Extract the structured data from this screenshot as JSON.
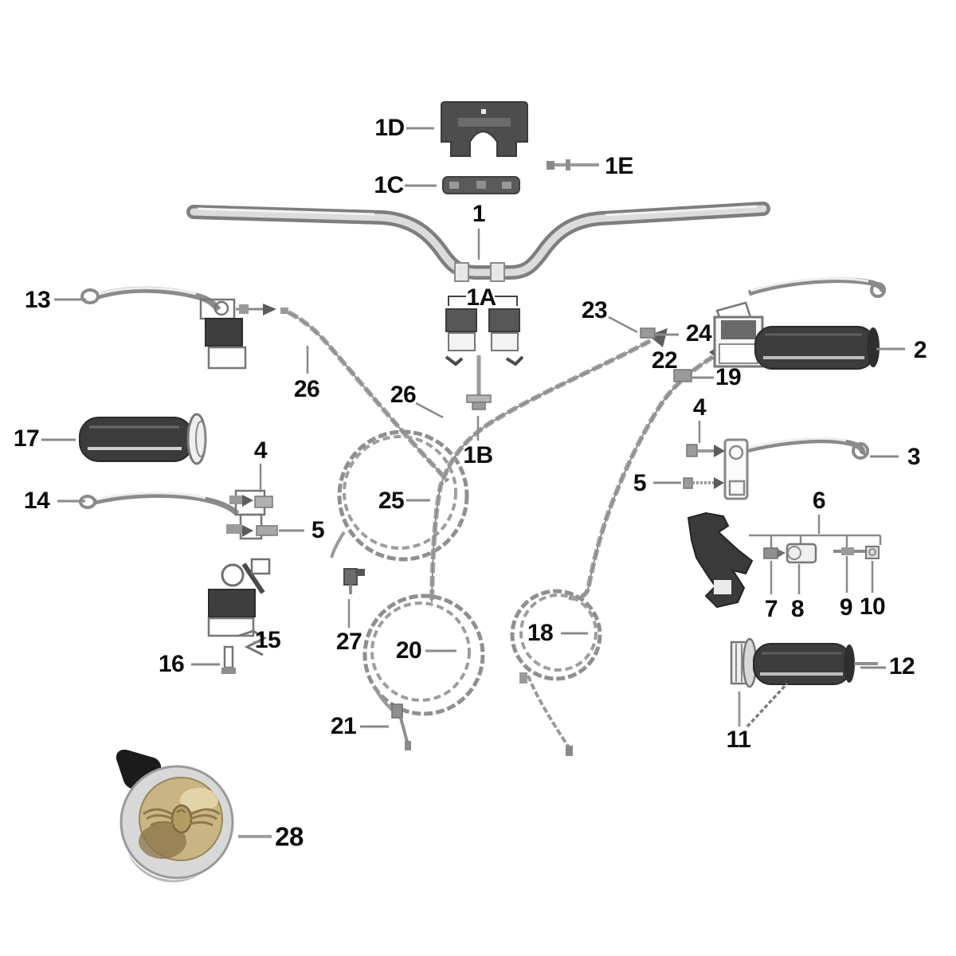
{
  "diagram": {
    "kind": "exploded-parts-diagram",
    "labels": [
      "1D",
      "1E",
      "1C",
      "1",
      "1A",
      "1B",
      "13",
      "26",
      "26",
      "25",
      "17",
      "14",
      "4",
      "5",
      "15",
      "16",
      "27",
      "20",
      "21",
      "18",
      "23",
      "24",
      "22",
      "19",
      "2",
      "4",
      "5",
      "3",
      "6",
      "7",
      "8",
      "9",
      "10",
      "12",
      "11",
      "28"
    ],
    "colors": {
      "background": "#ffffff",
      "line_metal": "#8d8d8d",
      "outline": "#6f6f6f",
      "dark_part": "#3d3d3d",
      "label_text": "#0c0c0c",
      "bell_chrome": "#d8d8d8",
      "bell_gold": "#c9b584",
      "bell_gold_shadow": "#8a7448",
      "bell_striker_black": "#1b1b1b"
    },
    "icons": {
      "bell_emblem": "winged-logo"
    }
  }
}
